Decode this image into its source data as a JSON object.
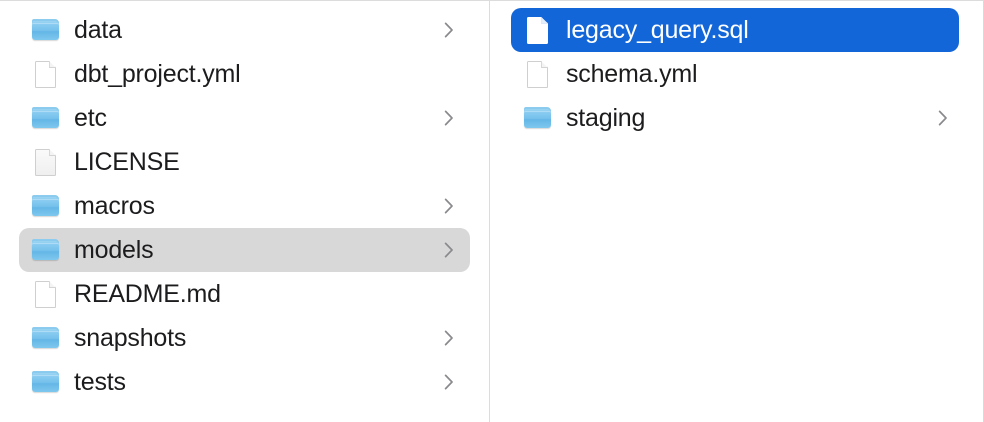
{
  "window": {
    "title": "Finder Column View",
    "background_color": "#ffffff",
    "divider_color": "#dcdcdc",
    "selection_blue": "#1266d8",
    "selection_gray": "#d8d8d8",
    "text_color": "#1c1c1e",
    "chevron_color": "#8a8a8e"
  },
  "columns": [
    {
      "name": "parent-column",
      "items": [
        {
          "label": "data",
          "kind": "folder",
          "icon": "folder-icon",
          "has_chevron": true,
          "selected": "none"
        },
        {
          "label": "dbt_project.yml",
          "kind": "file",
          "icon": "document-icon",
          "has_chevron": false,
          "selected": "none"
        },
        {
          "label": "etc",
          "kind": "folder",
          "icon": "folder-icon",
          "has_chevron": true,
          "selected": "none"
        },
        {
          "label": "LICENSE",
          "kind": "file",
          "icon": "document-icon",
          "has_chevron": false,
          "selected": "none"
        },
        {
          "label": "macros",
          "kind": "folder",
          "icon": "folder-icon",
          "has_chevron": true,
          "selected": "none"
        },
        {
          "label": "models",
          "kind": "folder",
          "icon": "folder-icon",
          "has_chevron": true,
          "selected": "gray"
        },
        {
          "label": "README.md",
          "kind": "file",
          "icon": "document-icon",
          "has_chevron": false,
          "selected": "none"
        },
        {
          "label": "snapshots",
          "kind": "folder",
          "icon": "folder-icon",
          "has_chevron": true,
          "selected": "none"
        },
        {
          "label": "tests",
          "kind": "folder",
          "icon": "folder-icon",
          "has_chevron": true,
          "selected": "none"
        }
      ]
    },
    {
      "name": "child-column",
      "items": [
        {
          "label": "legacy_query.sql",
          "kind": "file",
          "icon": "document-icon",
          "has_chevron": false,
          "selected": "blue"
        },
        {
          "label": "schema.yml",
          "kind": "file",
          "icon": "document-icon",
          "has_chevron": false,
          "selected": "none"
        },
        {
          "label": "staging",
          "kind": "folder",
          "icon": "folder-icon",
          "has_chevron": true,
          "selected": "none"
        }
      ]
    }
  ]
}
